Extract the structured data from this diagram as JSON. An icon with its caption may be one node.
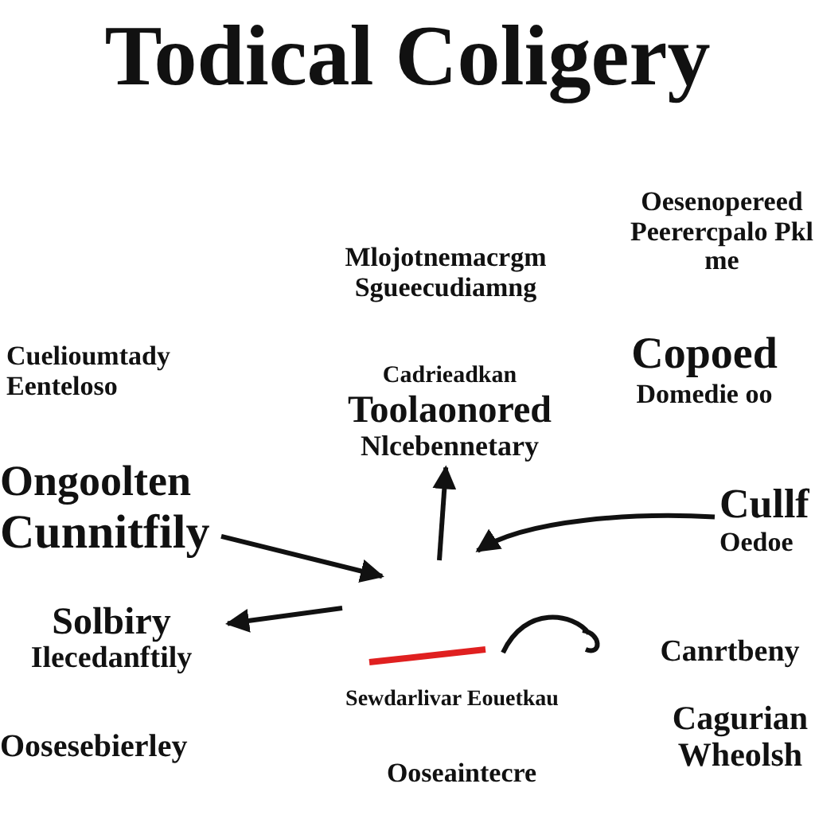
{
  "diagram": {
    "title": "Todical Coligery",
    "nodes": [
      {
        "text": [
          "Mlojotnemacrgm Sgueecudiamng"
        ]
      },
      {
        "text": [
          "Oesenopereed Peerercpalo Pkl me"
        ]
      },
      {
        "text": [
          "Cuelioumtady Eenteloso"
        ]
      },
      {
        "text": [
          "Cadrieadkan",
          "Toolaonored",
          "Nlcebennetary"
        ]
      },
      {
        "text": [
          "Copoed",
          "Domedie oo"
        ]
      },
      {
        "text": [
          "Ongoolten",
          "Cunnitfily"
        ]
      },
      {
        "text": [
          "Cullf",
          "Oedoe"
        ]
      },
      {
        "text": [
          "Solbiry",
          "Ilecedanftily"
        ]
      },
      {
        "text": [
          "Sewdarlivar Eouetkau"
        ]
      },
      {
        "text": [
          "Canrtbeny"
        ]
      },
      {
        "text": [
          "Cagurian Wheolsh"
        ]
      },
      {
        "text": [
          "Oosesebierley"
        ]
      },
      {
        "text": [
          "Ooseaintecre"
        ]
      }
    ],
    "edges": [
      {
        "from": 5,
        "to": null,
        "arrow": "to"
      },
      {
        "from": null,
        "to": 7,
        "arrow": "to"
      },
      {
        "from": null,
        "to": 3,
        "arrow": "to"
      },
      {
        "from": 6,
        "to": null,
        "arrow": "to"
      }
    ]
  }
}
